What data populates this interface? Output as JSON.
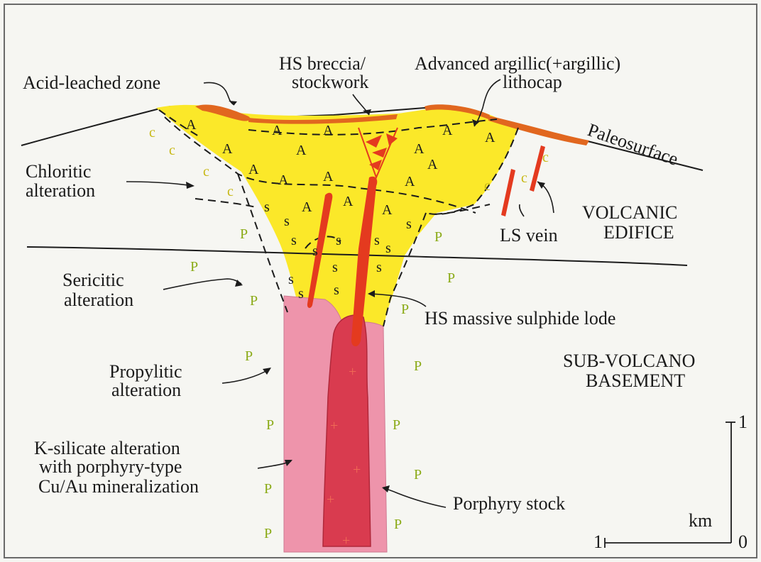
{
  "colors": {
    "paper": "#f6f6f2",
    "alteration_yellow": "#fbe829",
    "k_silicate_pink": "#ee94ab",
    "stock_red": "#d93b4f",
    "vein_red": "#e43a1f",
    "acid_leached_orange": "#e1671f",
    "chlorite_c": "#c7b814",
    "propylitic_p": "#8bab18",
    "line": "#1c1c1c"
  },
  "labels": {
    "acid_leached": "Acid-leached zone",
    "hs_breccia_line1": "HS breccia/",
    "hs_breccia_line2": "stockwork",
    "adv_argillic_line1": "Advanced argillic(+argillic)",
    "adv_argillic_line2": "lithocap",
    "paleosurface": "Paleosurface",
    "chloritic_line1": "Chloritic",
    "chloritic_line2": "alteration",
    "volcanic_line1": "VOLCANIC",
    "volcanic_line2": "EDIFICE",
    "ls_vein": "LS vein",
    "sericitic_line1": "Sericitic",
    "sericitic_line2": "alteration",
    "hs_massive": "HS massive sulphide lode",
    "sub_volcano_line1": "SUB-VOLCANO",
    "sub_volcano_line2": "BASEMENT",
    "propylitic_line1": "Propylitic",
    "propylitic_line2": "alteration",
    "k_silicate_line1": "K-silicate alteration",
    "k_silicate_line2": "with porphyry-type",
    "k_silicate_line3": "Cu/Au mineralization",
    "porphyry_stock": "Porphyry stock"
  },
  "symbols": {
    "advanced_argillic": "A",
    "sericitic": "s",
    "chloritic": "c",
    "propylitic": "P",
    "porphyry": "+"
  },
  "scale_bar": {
    "unit": "km",
    "vertical_top": "1",
    "origin": "0",
    "horizontal_left": "1"
  }
}
